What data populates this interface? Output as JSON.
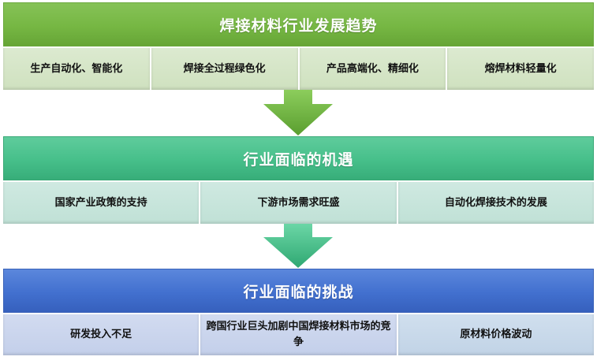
{
  "trends": {
    "title": "焊接材料行业发展趋势",
    "items": [
      "生产自动化、智能化",
      "焊接全过程绿色化",
      "产品高端化、精细化",
      "熔焊材料轻量化"
    ]
  },
  "opportunities": {
    "title": "行业面临的机遇",
    "items": [
      "国家产业政策的支持",
      "下游市场需求旺盛",
      "自动化焊接技术的发展"
    ]
  },
  "challenges": {
    "title": "行业面临的挑战",
    "items": [
      "研发投入不足",
      "跨国行业巨头加剧中国焊接材料市场的竞争",
      "原材料价格波动"
    ]
  },
  "colors": {
    "trend_banner": "#76b743",
    "opportunity_banner": "#46bf8a",
    "challenge_banner": "#4270cf",
    "arrow_1": "#6ab13e",
    "arrow_2": "#3dbb86"
  }
}
